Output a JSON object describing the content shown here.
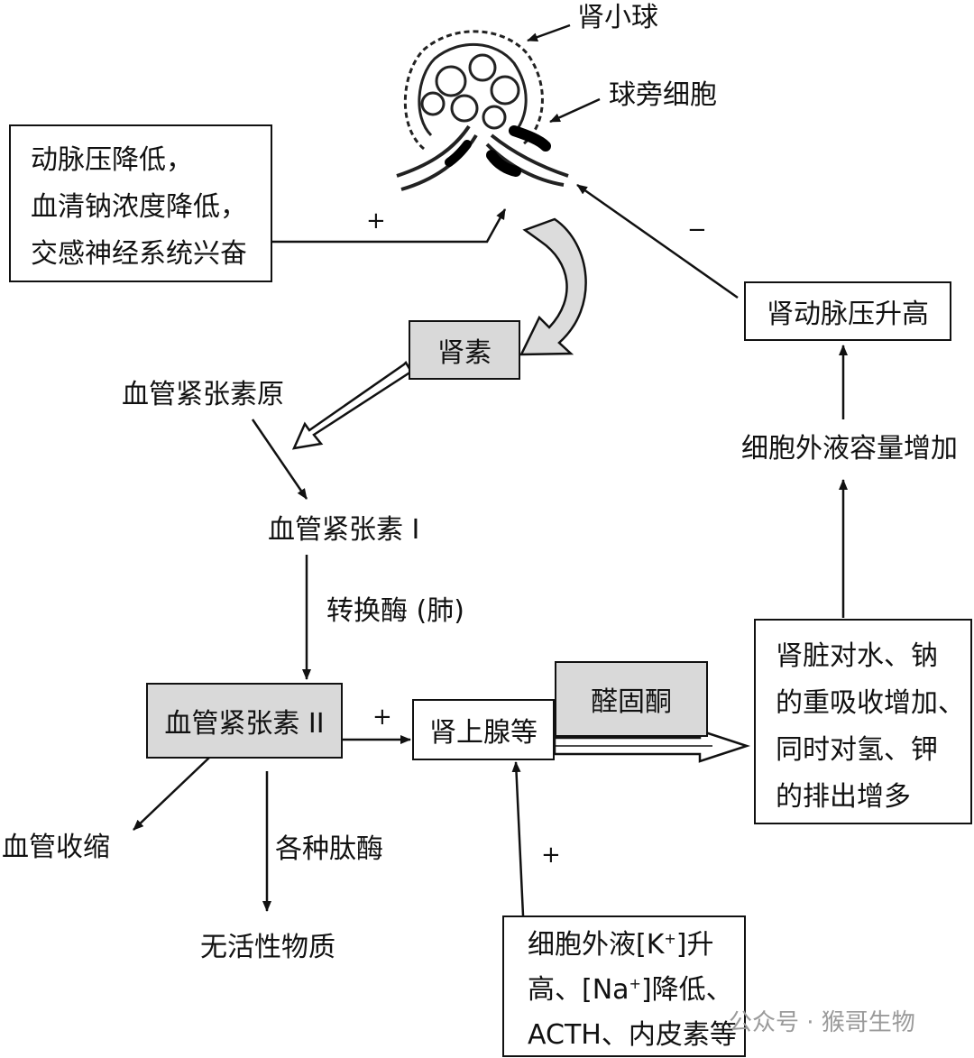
{
  "labels": {
    "glomerulus": "肾小球",
    "juxtaglomerular": "球旁细胞",
    "angiotensinogen": "血管紧张素原",
    "angiotensin1": "血管紧张素 I",
    "converting_enzyme": "转换酶 (肺)",
    "vasoconstriction": "血管收缩",
    "peptidases": "各种肽酶",
    "inactive": "无活性物质",
    "ecf_increase": "细胞外液容量增加"
  },
  "boxes": {
    "stimulus": [
      "动脉压降低，",
      "血清钠浓度降低，",
      "交感神经系统兴奋"
    ],
    "renin": "肾素",
    "renal_pressure": "肾动脉压升高",
    "angiotensin2": "血管紧张素 II",
    "adrenal": "肾上腺等",
    "aldosterone": "醛固酮",
    "kidney_effects": [
      "肾脏对水、钠",
      "的重吸收增加、",
      "同时对氢、钾",
      "的排出增多"
    ],
    "factors": {
      "line1_a": "细胞外液[K",
      "line1_sup": "+",
      "line1_b": "]升",
      "line2_a": "高、[Na",
      "line2_sup": "+",
      "line2_b": "]降低、",
      "line3": "ACTH、内皮素等"
    }
  },
  "signs": {
    "stimulus_plus": "+",
    "feedback_minus": "−",
    "ang2_plus": "+",
    "factors_plus": "+"
  },
  "watermark": "公众号 · 猴哥生物"
}
